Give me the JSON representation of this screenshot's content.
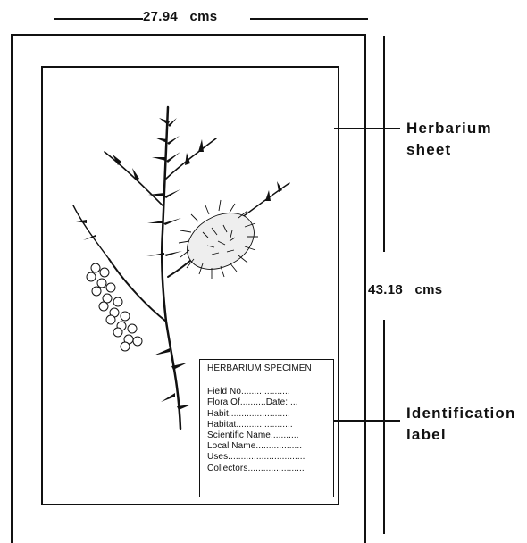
{
  "dimensions": {
    "width_label": "27.94   cms",
    "height_label": "43.18   cms"
  },
  "callouts": {
    "sheet_line1": "Herbarium",
    "sheet_line2": "sheet",
    "label_line1": "Identification",
    "label_line2": "label"
  },
  "identification_label": {
    "title": "HERBARIUM SPECIMEN",
    "fields": [
      "Field No...................",
      "Flora Of..........Date:....",
      "Habit........................",
      "Habitat......................",
      "Scientific Name...........",
      "Local Name..................",
      "Uses..............................",
      "Collectors......................"
    ]
  },
  "illustration": {
    "subject": "bottlebrush-plant-illustration"
  },
  "colors": {
    "ink": "#111111",
    "paper": "#ffffff"
  }
}
